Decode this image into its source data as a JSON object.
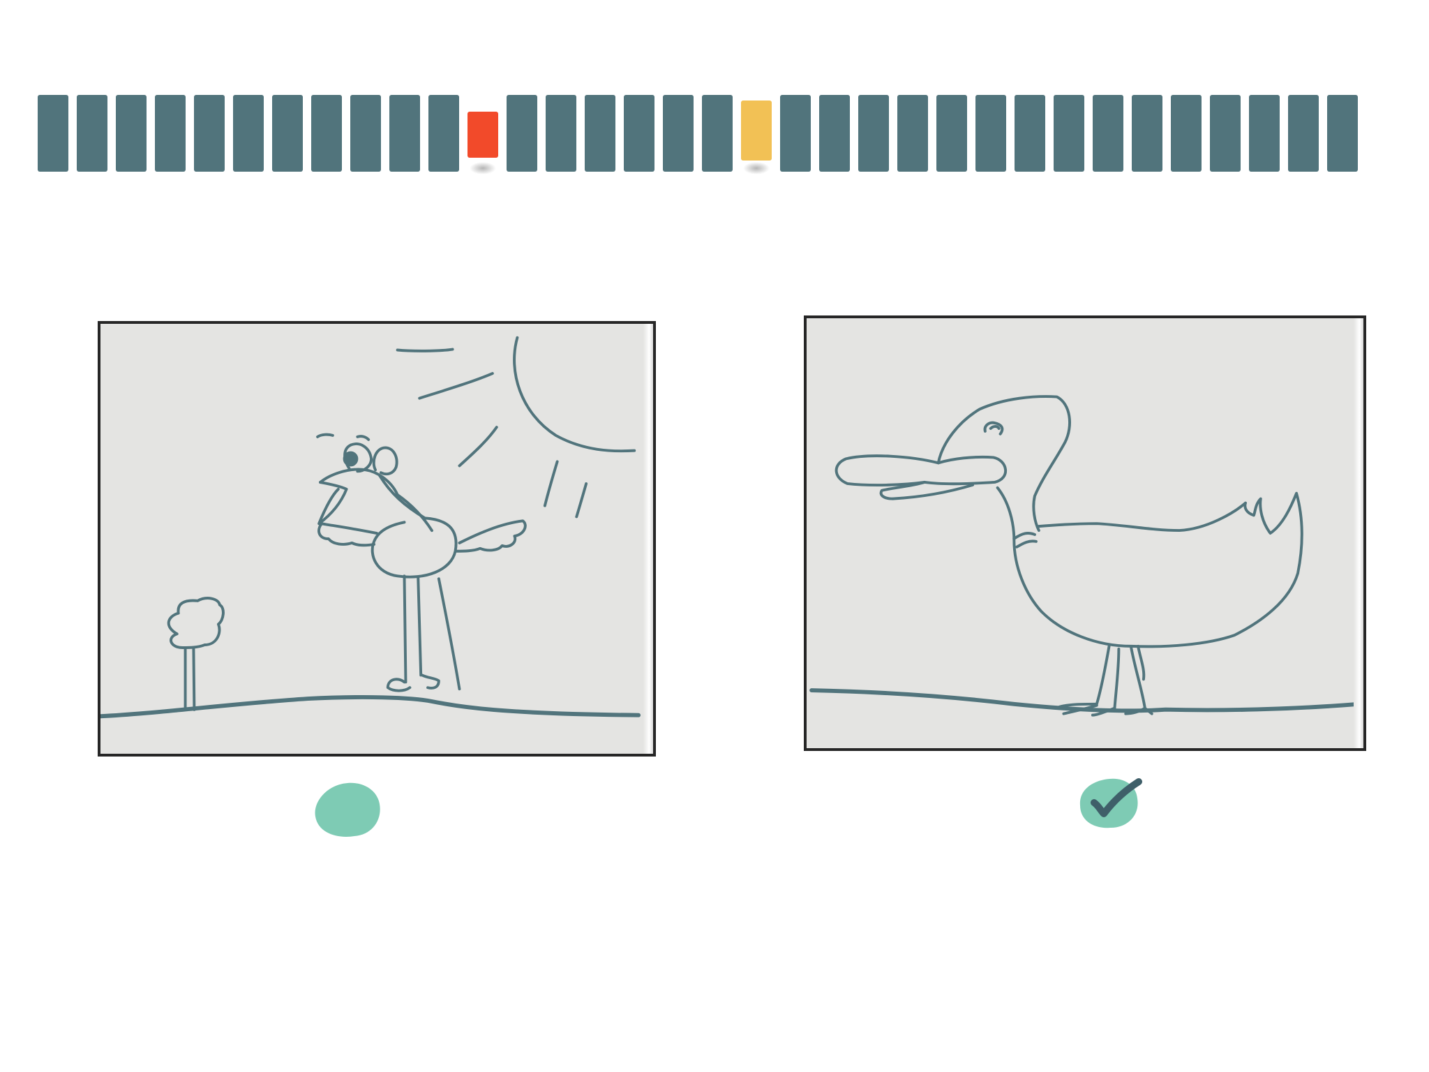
{
  "progress": {
    "total_questions": 34,
    "wrong_answer_indices": [
      11
    ],
    "skipped_answer_indices": [
      18
    ],
    "colors": {
      "default": "#51747c",
      "wrong": "#f24a2a",
      "skipped": "#f2c155"
    }
  },
  "options": [
    {
      "id": "option-left",
      "drawing": "bird-with-sun-and-tree",
      "selected": false
    },
    {
      "id": "option-right",
      "drawing": "duck",
      "selected": true
    }
  ],
  "colors": {
    "ink": "#51747c",
    "panel_bg": "#e4e4e2",
    "panel_border": "#262626",
    "choice_blob": "#7ecbb4",
    "checkmark": "#3f5f69"
  },
  "icons": {
    "choice_empty": "teal-blob-icon",
    "choice_selected": "checkmark-icon"
  }
}
